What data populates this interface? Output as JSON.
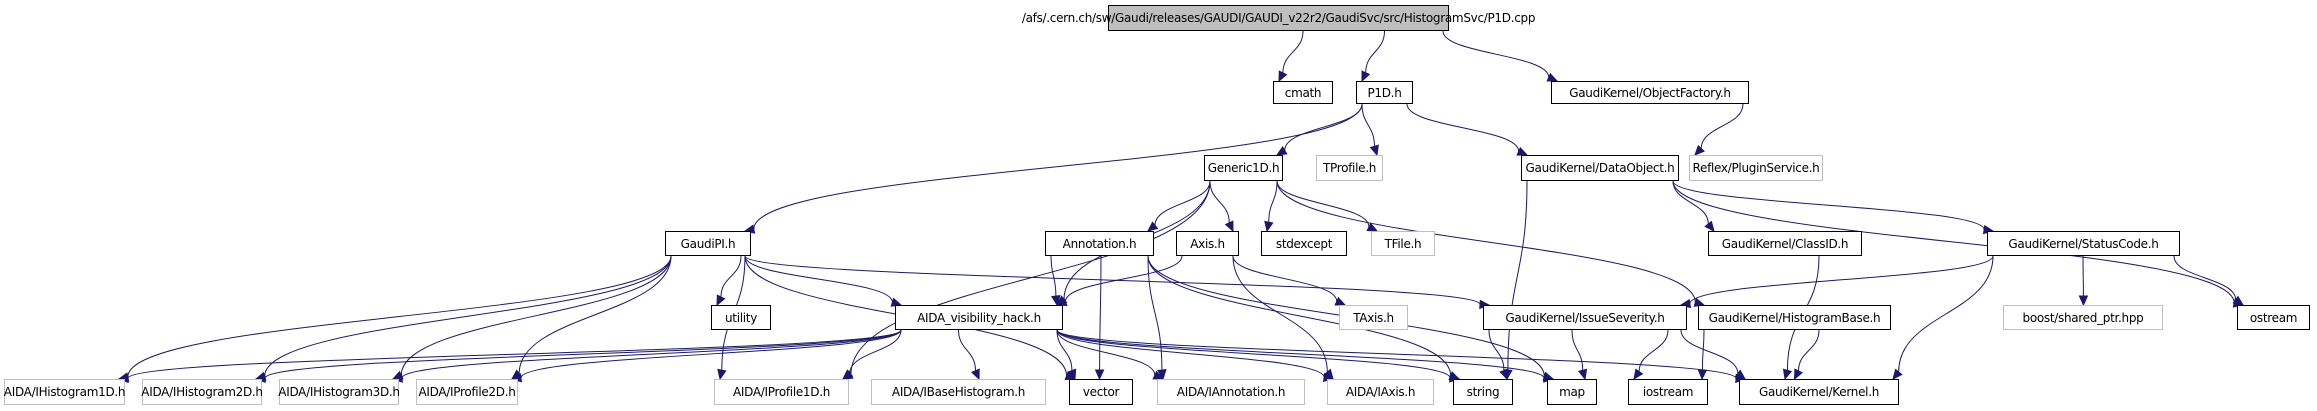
{
  "graph": {
    "title": "Include dependency graph for P1D.cpp",
    "colors": {
      "edge": "#191970",
      "root_fill": "#bfbfbf",
      "external_border": "#bfbfbf",
      "border": "#000000"
    },
    "nodes": [
      {
        "id": "root",
        "label": "/afs/.cern.ch/sw/Gaudi/releases/GAUDI/GAUDI_v22r2/GaudiSvc/src/HistogramSvc/P1D.cpp",
        "kind": "root"
      },
      {
        "id": "cmath",
        "label": "cmath",
        "kind": "system"
      },
      {
        "id": "p1d_h",
        "label": "P1D.h",
        "kind": "local"
      },
      {
        "id": "objectfactory",
        "label": "GaudiKernel/ObjectFactory.h",
        "kind": "local"
      },
      {
        "id": "generic1d",
        "label": "Generic1D.h",
        "kind": "local"
      },
      {
        "id": "tprofile",
        "label": "TProfile.h",
        "kind": "external"
      },
      {
        "id": "dataobject",
        "label": "GaudiKernel/DataObject.h",
        "kind": "local"
      },
      {
        "id": "pluginservice",
        "label": "Reflex/PluginService.h",
        "kind": "external"
      },
      {
        "id": "gaudipi",
        "label": "GaudiPI.h",
        "kind": "local"
      },
      {
        "id": "annotation",
        "label": "Annotation.h",
        "kind": "local"
      },
      {
        "id": "axis",
        "label": "Axis.h",
        "kind": "local"
      },
      {
        "id": "stdexcept",
        "label": "stdexcept",
        "kind": "system"
      },
      {
        "id": "tfile",
        "label": "TFile.h",
        "kind": "external"
      },
      {
        "id": "classid",
        "label": "GaudiKernel/ClassID.h",
        "kind": "local"
      },
      {
        "id": "statuscode",
        "label": "GaudiKernel/StatusCode.h",
        "kind": "local"
      },
      {
        "id": "utility",
        "label": "utility",
        "kind": "system"
      },
      {
        "id": "visibility",
        "label": "AIDA_visibility_hack.h",
        "kind": "local"
      },
      {
        "id": "taxis",
        "label": "TAxis.h",
        "kind": "external"
      },
      {
        "id": "issueseverity",
        "label": "GaudiKernel/IssueSeverity.h",
        "kind": "local"
      },
      {
        "id": "histogrambase",
        "label": "GaudiKernel/HistogramBase.h",
        "kind": "local"
      },
      {
        "id": "sharedptr",
        "label": "boost/shared_ptr.hpp",
        "kind": "external"
      },
      {
        "id": "ostream",
        "label": "ostream",
        "kind": "system"
      },
      {
        "id": "ihist1d",
        "label": "AIDA/IHistogram1D.h",
        "kind": "external"
      },
      {
        "id": "ihist2d",
        "label": "AIDA/IHistogram2D.h",
        "kind": "external"
      },
      {
        "id": "ihist3d",
        "label": "AIDA/IHistogram3D.h",
        "kind": "external"
      },
      {
        "id": "iprof2d",
        "label": "AIDA/IProfile2D.h",
        "kind": "external"
      },
      {
        "id": "iprof1d",
        "label": "AIDA/IProfile1D.h",
        "kind": "external"
      },
      {
        "id": "ibasehist",
        "label": "AIDA/IBaseHistogram.h",
        "kind": "external"
      },
      {
        "id": "vector",
        "label": "vector",
        "kind": "system"
      },
      {
        "id": "iannotation",
        "label": "AIDA/IAnnotation.h",
        "kind": "external"
      },
      {
        "id": "iaxis",
        "label": "AIDA/IAxis.h",
        "kind": "external"
      },
      {
        "id": "string",
        "label": "string",
        "kind": "system"
      },
      {
        "id": "map",
        "label": "map",
        "kind": "system"
      },
      {
        "id": "iostream",
        "label": "iostream",
        "kind": "system"
      },
      {
        "id": "kernel",
        "label": "GaudiKernel/Kernel.h",
        "kind": "local"
      }
    ],
    "edges": [
      [
        "root",
        "cmath"
      ],
      [
        "root",
        "p1d_h"
      ],
      [
        "root",
        "objectfactory"
      ],
      [
        "p1d_h",
        "generic1d"
      ],
      [
        "p1d_h",
        "tprofile"
      ],
      [
        "p1d_h",
        "dataobject"
      ],
      [
        "p1d_h",
        "gaudipi"
      ],
      [
        "objectfactory",
        "pluginservice"
      ],
      [
        "generic1d",
        "annotation"
      ],
      [
        "generic1d",
        "axis"
      ],
      [
        "generic1d",
        "stdexcept"
      ],
      [
        "generic1d",
        "tfile"
      ],
      [
        "generic1d",
        "visibility"
      ],
      [
        "generic1d",
        "iprof1d"
      ],
      [
        "generic1d",
        "histogrambase"
      ],
      [
        "dataobject",
        "classid"
      ],
      [
        "dataobject",
        "statuscode"
      ],
      [
        "dataobject",
        "string"
      ],
      [
        "dataobject",
        "ostream"
      ],
      [
        "classid",
        "kernel"
      ],
      [
        "statuscode",
        "issueseverity"
      ],
      [
        "statuscode",
        "sharedptr"
      ],
      [
        "statuscode",
        "ostream"
      ],
      [
        "statuscode",
        "kernel"
      ],
      [
        "gaudipi",
        "utility"
      ],
      [
        "gaudipi",
        "visibility"
      ],
      [
        "gaudipi",
        "ihist1d"
      ],
      [
        "gaudipi",
        "ihist2d"
      ],
      [
        "gaudipi",
        "ihist3d"
      ],
      [
        "gaudipi",
        "iprof2d"
      ],
      [
        "gaudipi",
        "iprof1d"
      ],
      [
        "gaudipi",
        "vector"
      ],
      [
        "gaudipi",
        "issueseverity"
      ],
      [
        "annotation",
        "visibility"
      ],
      [
        "annotation",
        "vector"
      ],
      [
        "annotation",
        "iannotation"
      ],
      [
        "annotation",
        "string"
      ],
      [
        "annotation",
        "map"
      ],
      [
        "axis",
        "visibility"
      ],
      [
        "axis",
        "taxis"
      ],
      [
        "axis",
        "iaxis"
      ],
      [
        "visibility",
        "ihist1d"
      ],
      [
        "visibility",
        "ihist2d"
      ],
      [
        "visibility",
        "ihist3d"
      ],
      [
        "visibility",
        "iprof2d"
      ],
      [
        "visibility",
        "iprof1d"
      ],
      [
        "visibility",
        "ibasehist"
      ],
      [
        "visibility",
        "vector"
      ],
      [
        "visibility",
        "iannotation"
      ],
      [
        "visibility",
        "iaxis"
      ],
      [
        "visibility",
        "string"
      ],
      [
        "visibility",
        "map"
      ],
      [
        "visibility",
        "kernel"
      ],
      [
        "issueseverity",
        "string"
      ],
      [
        "issueseverity",
        "map"
      ],
      [
        "issueseverity",
        "iostream"
      ],
      [
        "issueseverity",
        "kernel"
      ],
      [
        "histogrambase",
        "iostream"
      ],
      [
        "histogrambase",
        "kernel"
      ]
    ]
  }
}
